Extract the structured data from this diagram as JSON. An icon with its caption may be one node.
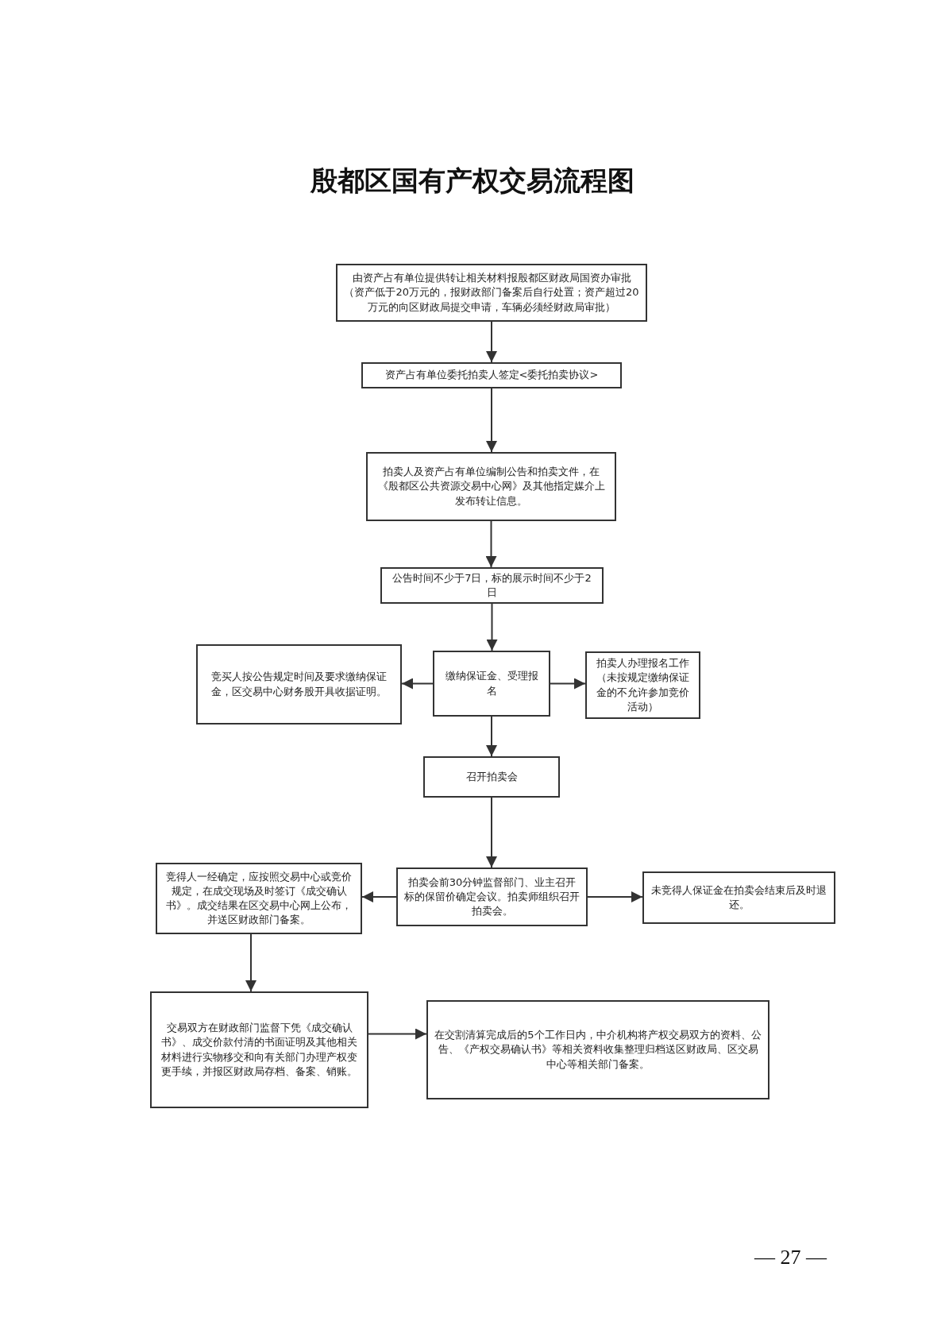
{
  "diagram": {
    "title": "殷都区国有产权交易流程图",
    "nodes": [
      {
        "text": [
          "由资产占有单位提供转让相关材料报殷都区财政局国资办审批（资产低于20万元的，报财政部门备案后自行处置；资产超过20万元的向区财政局提交申请，车辆必须经财政局审批）"
        ]
      },
      {
        "text": [
          "资产占有单位委托拍卖人签定<委托拍卖协议>"
        ]
      },
      {
        "text": [
          "拍卖人及资产占有单位编制公告和拍卖文件，在《殷都区公共资源交易中心网》及其他指定媒介上发布转让信息。"
        ]
      },
      {
        "text": [
          "公告时间不少于7日，标的展示时间不少于2日"
        ]
      },
      {
        "text": [
          "缴纳保证金、受理报名"
        ]
      },
      {
        "text": [
          "竞买人按公告规定时间及要求缴纳保证金，区交易中心财务股开具收据证明。"
        ]
      },
      {
        "text": [
          "拍卖人办理报名工作（未按规定缴纳保证金的不允许参加竞价活动）"
        ]
      },
      {
        "text": [
          "召开拍卖会"
        ]
      },
      {
        "text": [
          "拍卖会前30分钟监督部门、业主召开标的保留价确定会议。拍卖师组织召开拍卖会。"
        ]
      },
      {
        "text": [
          "竞得人一经确定，应按照交易中心或竞价规定，在成交现场及时签订《成交确认书》。成交结果在区交易中心网上公布，并送区财政部门备案。"
        ]
      },
      {
        "text": [
          "未竞得人保证金在拍卖会结束后及时退还。"
        ]
      },
      {
        "text": [
          "交易双方在财政部门监督下凭《成交确认书》、成交价款付清的书面证明及其他相关材料进行实物移交和向有关部门办理产权变更手续，并报区财政局存档、备案、销账。"
        ]
      },
      {
        "text": [
          "在交割清算完成后的5个工作日内，中介机构将产权交易双方的资料、公告、《产权交易确认书》等相关资料收集整理归档送区财政局、区交易中心等相关部门备案。"
        ]
      }
    ],
    "edges": [
      {
        "from": 0,
        "to": 1,
        "arrow": "to"
      },
      {
        "from": 1,
        "to": 2,
        "arrow": "to"
      },
      {
        "from": 2,
        "to": 3,
        "arrow": "to"
      },
      {
        "from": 3,
        "to": 4,
        "arrow": "to"
      },
      {
        "from": 4,
        "to": 5,
        "arrow": "to"
      },
      {
        "from": 4,
        "to": 6,
        "arrow": "to"
      },
      {
        "from": 4,
        "to": 7,
        "arrow": "to"
      },
      {
        "from": 7,
        "to": 8,
        "arrow": "to"
      },
      {
        "from": 8,
        "to": 9,
        "arrow": "to"
      },
      {
        "from": 8,
        "to": 10,
        "arrow": "to"
      },
      {
        "from": 9,
        "to": 11,
        "arrow": "to"
      },
      {
        "from": 11,
        "to": 12,
        "arrow": "to"
      }
    ],
    "labels": [
      "— 27 —"
    ]
  }
}
